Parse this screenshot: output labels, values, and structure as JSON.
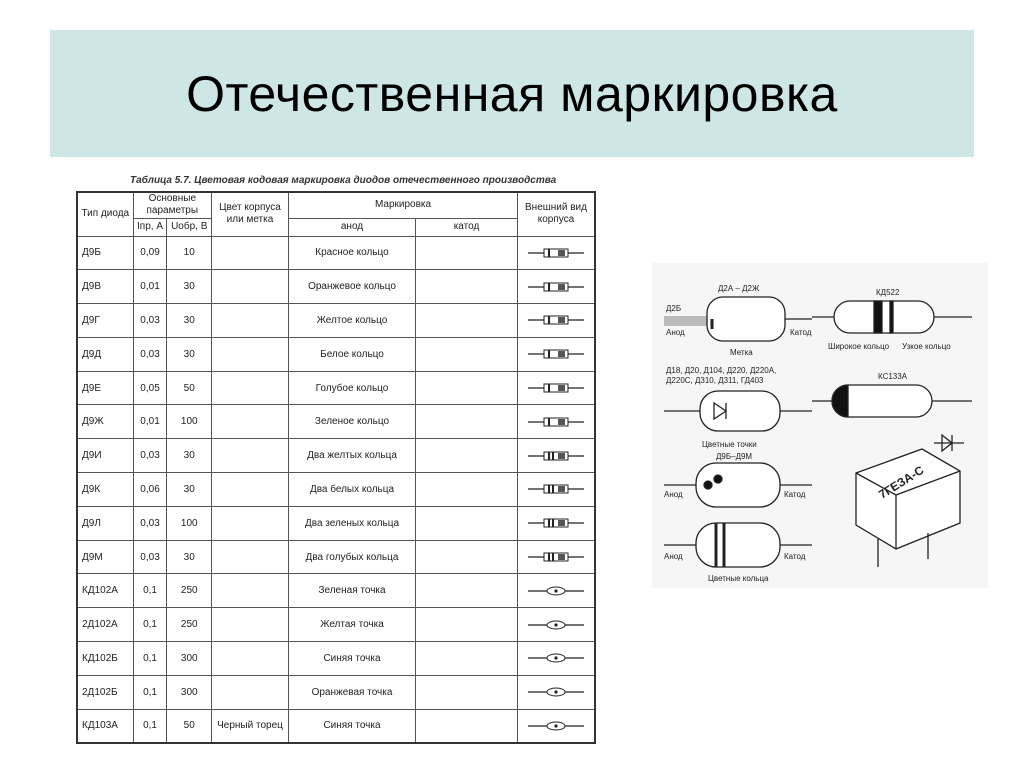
{
  "slide": {
    "title": "Отечественная маркировка"
  },
  "table": {
    "caption": "Таблица 5.7. Цветовая кодовая маркировка диодов отечественного производства",
    "headers": {
      "type": "Тип диода",
      "main_params": "Основные параметры",
      "ipr": "Iпр, А",
      "uobr": "Uобр, В",
      "body_color": "Цвет корпуса или метка",
      "marking": "Маркировка",
      "anode": "анод",
      "cathode": "катод",
      "appearance": "Внешний вид корпуса"
    },
    "rows": [
      {
        "type": "Д9Б",
        "i": "0,09",
        "u": "10",
        "color": "",
        "anode": "Красное кольцо",
        "cathode": "",
        "case": "glass"
      },
      {
        "type": "Д9В",
        "i": "0,01",
        "u": "30",
        "color": "",
        "anode": "Оранжевое кольцо",
        "cathode": "",
        "case": "glass"
      },
      {
        "type": "Д9Г",
        "i": "0,03",
        "u": "30",
        "color": "",
        "anode": "Желтое кольцо",
        "cathode": "",
        "case": "glass"
      },
      {
        "type": "Д9Д",
        "i": "0,03",
        "u": "30",
        "color": "",
        "anode": "Белое кольцо",
        "cathode": "",
        "case": "glass"
      },
      {
        "type": "Д9Е",
        "i": "0,05",
        "u": "50",
        "color": "",
        "anode": "Голубое кольцо",
        "cathode": "",
        "case": "glass"
      },
      {
        "type": "Д9Ж",
        "i": "0,01",
        "u": "100",
        "color": "",
        "anode": "Зеленое кольцо",
        "cathode": "",
        "case": "glass"
      },
      {
        "type": "Д9И",
        "i": "0,03",
        "u": "30",
        "color": "",
        "anode": "Два желтых кольца",
        "cathode": "",
        "case": "glass2"
      },
      {
        "type": "Д9К",
        "i": "0,06",
        "u": "30",
        "color": "",
        "anode": "Два белых кольца",
        "cathode": "",
        "case": "glass2"
      },
      {
        "type": "Д9Л",
        "i": "0,03",
        "u": "100",
        "color": "",
        "anode": "Два зеленых кольца",
        "cathode": "",
        "case": "glass2"
      },
      {
        "type": "Д9М",
        "i": "0,03",
        "u": "30",
        "color": "",
        "anode": "Два голубых кольца",
        "cathode": "",
        "case": "glass2"
      },
      {
        "type": "КД102А",
        "i": "0,1",
        "u": "250",
        "color": "",
        "anode": "Зеленая точка",
        "cathode": "",
        "case": "dot"
      },
      {
        "type": "2Д102А",
        "i": "0,1",
        "u": "250",
        "color": "",
        "anode": "Желтая точка",
        "cathode": "",
        "case": "dot"
      },
      {
        "type": "КД102Б",
        "i": "0,1",
        "u": "300",
        "color": "",
        "anode": "Синяя точка",
        "cathode": "",
        "case": "dot"
      },
      {
        "type": "2Д102Б",
        "i": "0,1",
        "u": "300",
        "color": "",
        "anode": "Оранжевая точка",
        "cathode": "",
        "case": "dot"
      },
      {
        "type": "КД103А",
        "i": "0,1",
        "u": "50",
        "color": "Черный торец",
        "anode": "Синяя точка",
        "cathode": "",
        "case": "dot"
      }
    ]
  },
  "drawing": {
    "d2_range": "Д2А – Д2Ж",
    "d2b": "Д2Б",
    "anode": "Анод",
    "cathode": "Катод",
    "mark": "Метка",
    "series1": "Д18, Д20, Д104, Д220, Д220А,",
    "series2": "Д220С, Д310, Д311, ГД403",
    "color_dots": "Цветные точки",
    "d9_range": "Д9Б–Д9М",
    "color_rings": "Цветные кольца",
    "kd522": "КД522",
    "wide_ring": "Широкое кольцо",
    "narrow_ring": "Узкое кольцо",
    "kc133": "КС133А",
    "module": "7ГЕЗА-С"
  },
  "colors": {
    "title_band": "#cfe6e6"
  }
}
